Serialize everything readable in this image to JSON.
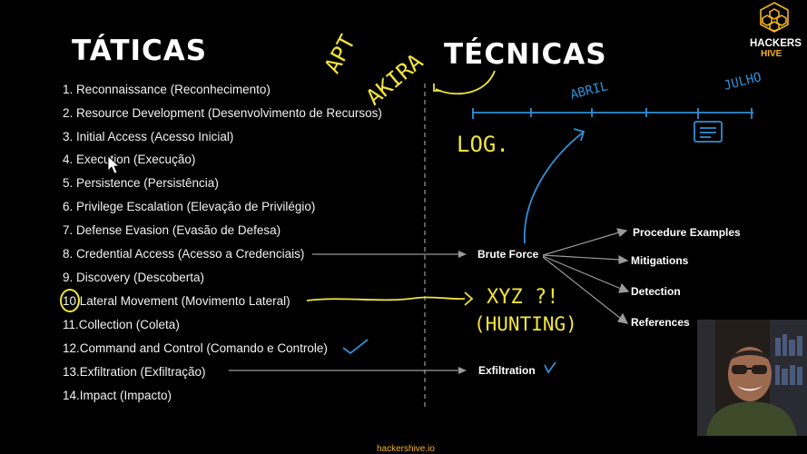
{
  "headings": {
    "tactics": "TÁTICAS",
    "techniques": "TÉCNICAS"
  },
  "tactics": [
    "1.  Reconnaissance (Reconhecimento)",
    "2.  Resource Development (Desenvolvimento de Recursos)",
    "3.  Initial Access (Acesso Inicial)",
    "4.  Execution (Execução)",
    "5.  Persistence (Persistência)",
    "6.  Privilege Escalation (Elevação de Privilégio)",
    "7.  Defense Evasion (Evasão de Defesa)",
    "8.  Credential Access (Acesso a Credenciais)",
    "9.  Discovery (Descoberta)",
    "10.Lateral Movement (Movimento Lateral)",
    "11.Collection (Coleta)",
    "12.Command and Control (Comando e Controle)",
    "13.Exfiltration (Exfiltração)",
    "14.Impact (Impacto)"
  ],
  "techniques": {
    "brute_force": "Brute Force",
    "exfiltration": "Exfiltration",
    "branches": [
      "Procedure Examples",
      "Mitigations",
      "Detection",
      "References"
    ]
  },
  "annotations": {
    "apt": "APT",
    "akira": "AKIRA",
    "log": "LOG.",
    "abril": "ABRIL",
    "julho": "JULHO",
    "xyz": "XYZ ?!",
    "hunting": "(HUNTING)"
  },
  "logo": {
    "line1": "HACKERS",
    "line2": "HIVE"
  },
  "footer": {
    "url": "hackershive.io"
  },
  "colors": {
    "annotation_yellow": "#f3e53a",
    "annotation_blue": "#2f8fd6",
    "logo_gold": "#f5b516",
    "background": "#000000"
  }
}
